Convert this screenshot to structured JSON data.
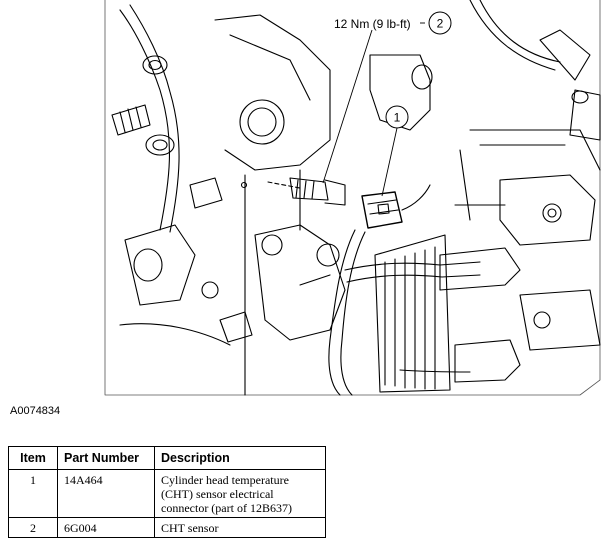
{
  "callouts": {
    "torque": "12 Nm (9 lb-ft)",
    "item_2": "2",
    "item_1": "1"
  },
  "figure_id": "A0074834",
  "table": {
    "headers": [
      "Item",
      "Part Number",
      "Description"
    ],
    "rows": [
      {
        "item": "1",
        "part_number": "14A464",
        "description": "Cylinder head temperature (CHT) sensor electrical connector (part of 12B637)"
      },
      {
        "item": "2",
        "part_number": "6G004",
        "description": "CHT sensor"
      }
    ]
  }
}
